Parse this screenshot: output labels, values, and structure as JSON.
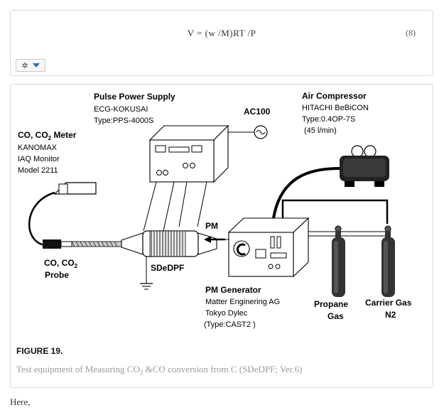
{
  "equation": {
    "text": "V = (w /M)RT /P",
    "number": "(8)"
  },
  "toolbar": {
    "icon": "gear-icon",
    "menu_icon": "caret-down-icon"
  },
  "figure": {
    "label": "FIGURE 19.",
    "caption_pre": "Test equipment of Measuring CO",
    "caption_sub": "2",
    "caption_post": " &CO conversion from C (SDeDPF; Ver.6)",
    "diagram": {
      "pulse_power": {
        "title": "Pulse Power Supply",
        "maker": "ECG-KOKUSAI",
        "type": "Type:PPS-4000S"
      },
      "ac100": "AC100",
      "air_compressor": {
        "title": "Air Compressor",
        "maker": "HITACHI BeBiCON",
        "type": "Type:0.4OP-7S",
        "flow": "(45 l/min)"
      },
      "co_meter": {
        "title_pre": "CO, CO",
        "title_sub": "2",
        "title_post": " Meter",
        "maker": "KANOMAX",
        "model": "IAQ Monitor",
        "number": "Model 2211"
      },
      "probe": {
        "line1_pre": "CO, CO",
        "line1_sub": "2",
        "line2": "Probe"
      },
      "pm": "PM",
      "sdedpf": "SDeDPF",
      "pm_generator": {
        "title": "PM Generator",
        "maker": "Matter Enginering AG",
        "dist": "Tokyo Dylec",
        "type": "(Type:CAST2 )"
      },
      "propane": {
        "line1": "Propane",
        "line2": "Gas"
      },
      "carrier": {
        "line1": "Carrier Gas",
        "line2": "N2"
      }
    }
  },
  "body_text": "Here,"
}
